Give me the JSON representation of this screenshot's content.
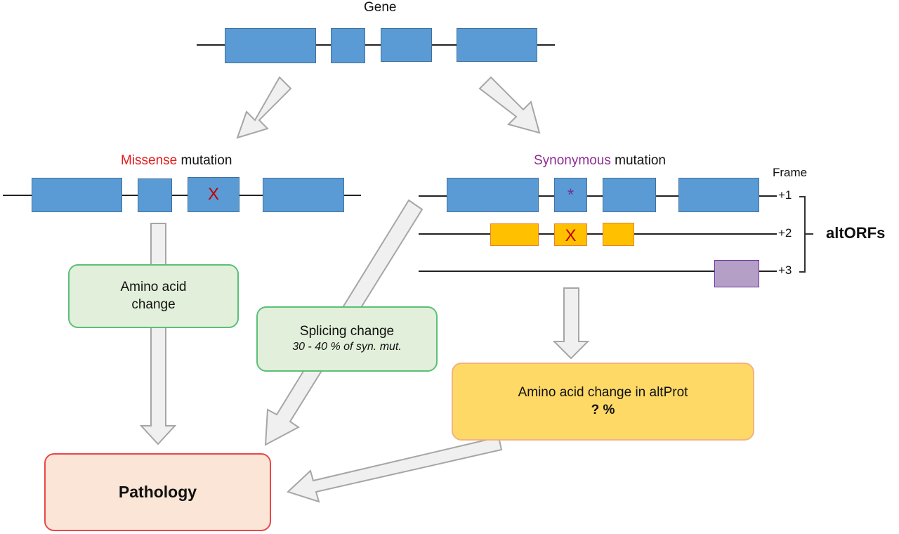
{
  "gene": {
    "title": "Gene"
  },
  "missense": {
    "title_colored": "Missense",
    "title_rest": " mutation",
    "title_color": "#e31a1c",
    "mutation_mark": "X",
    "mark_color": "#c00000"
  },
  "synonymous": {
    "title_colored": "Synonymous",
    "title_rest": " mutation",
    "title_color": "#8e2c91",
    "frame_header": "Frame",
    "frames": [
      {
        "label": "+1",
        "mark": "*",
        "mark_color": "#7030a0"
      },
      {
        "label": "+2",
        "mark": "X",
        "mark_color": "#c00000"
      },
      {
        "label": "+3"
      }
    ],
    "bracket_label": "altORFs"
  },
  "boxes": {
    "amino_acid_change": {
      "line1": "Amino acid",
      "line2": "change"
    },
    "splicing_change": {
      "line1": "Splicing change",
      "line2": "30 - 40 % of syn. mut."
    },
    "altprot_change": {
      "line1": "Amino acid change in altProt",
      "line2": "? %"
    },
    "pathology": {
      "label": "Pathology"
    }
  },
  "colors": {
    "exon": "#5b9bd5",
    "altorf_frame2": "#ffc000",
    "altorf_frame3": "#b4a0c7",
    "arrow_fill": "#f0f0f0",
    "arrow_stroke": "#a6a6a6"
  }
}
